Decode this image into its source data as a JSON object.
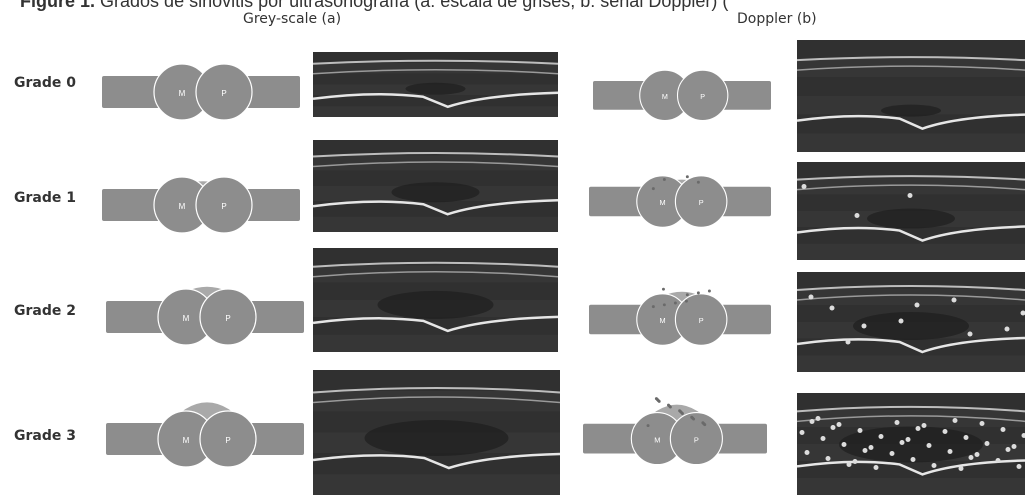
{
  "figure": {
    "title_label": "Figure 1.",
    "title_text": "Grados de sinovitis por ultrasonografía (a: escala de grises, b: señal Doppler) (",
    "col_a": "Grey-scale (a)",
    "col_b": "Doppler (b)"
  },
  "grades": [
    {
      "label": "Grade 0"
    },
    {
      "label": "Grade 1"
    },
    {
      "label": "Grade 2"
    },
    {
      "label": "Grade 3"
    }
  ],
  "schematic": {
    "bone_left_letter": "M",
    "bone_right_letter": "P",
    "colors": {
      "bone": "#8d8d8d",
      "synovium": "#a9a9a9",
      "dots": "#6a6a6a"
    }
  },
  "colors": {
    "ultrasound_bg": "#2b2b2b",
    "ultrasound_line": "#e6e6e6"
  }
}
